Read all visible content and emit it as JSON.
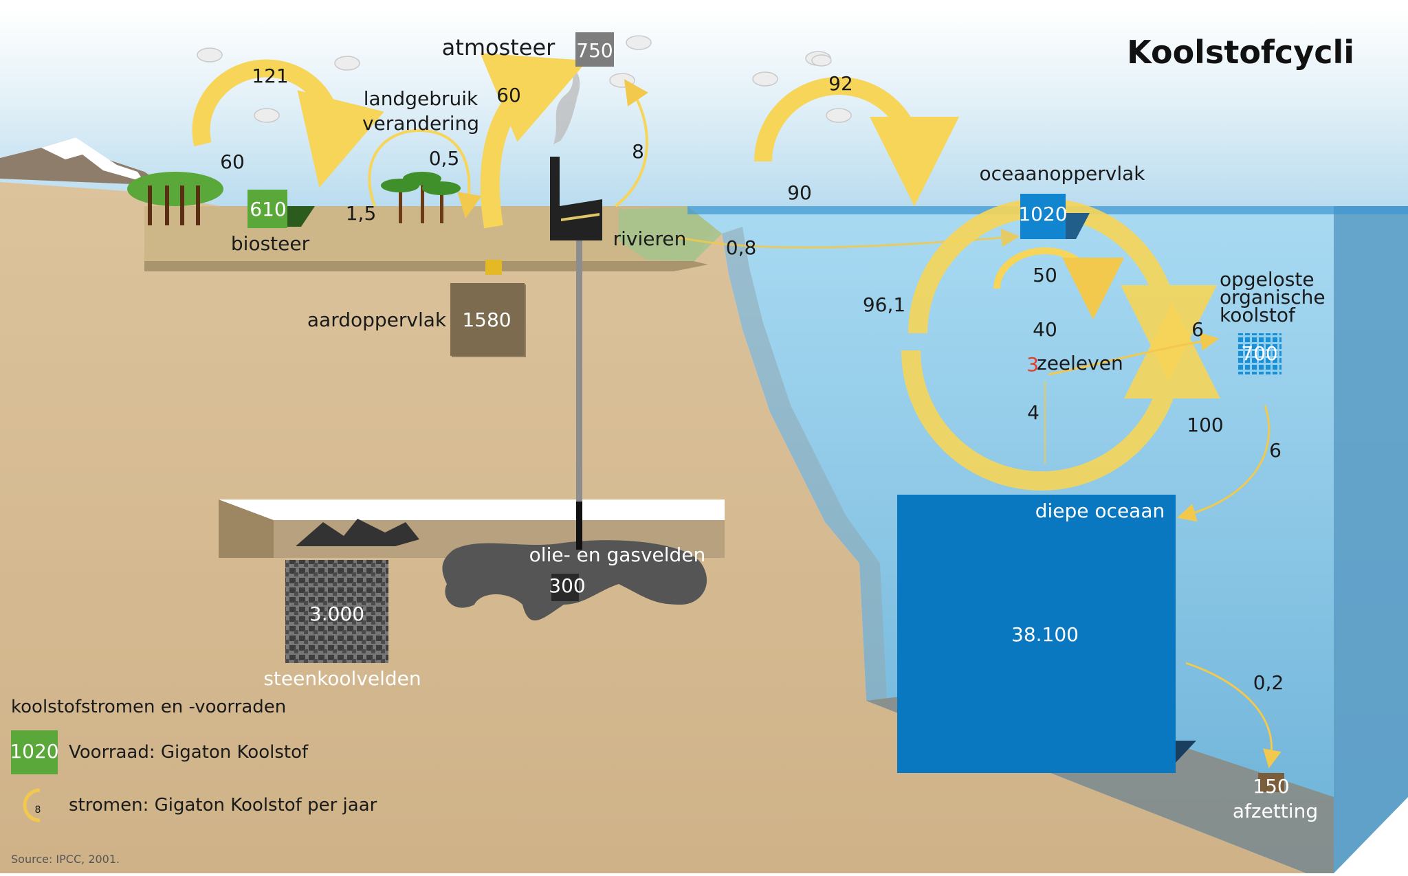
{
  "title": "Koolstofcycli",
  "source": "Source: IPCC, 2001.",
  "stocks": {
    "atmosphere": {
      "label": "atmosteer",
      "value": "750"
    },
    "biosphere": {
      "label": "biosteer",
      "value": "610"
    },
    "earth_surface": {
      "label": "aardoppervlak",
      "value": "1580"
    },
    "ocean_surface": {
      "label": "oceaanoppervlak",
      "value": "1020"
    },
    "dissolved_organic": {
      "label": "opgeloste organische koolstof",
      "value": "700"
    },
    "marine_life": {
      "label": "zeeleven",
      "value": "3"
    },
    "deep_ocean": {
      "label": "diepe oceaan",
      "value": "38.100"
    },
    "sediment": {
      "label": "afzetting",
      "value": "150"
    },
    "oil_gas": {
      "label": "olie- en gasvelden",
      "value": "300"
    },
    "coal": {
      "label": "steenkoolvelden",
      "value": "3.000"
    }
  },
  "labels": {
    "land_use": "landgebruik verandering",
    "rivers": "rivieren"
  },
  "flows": {
    "bio_up": "121",
    "bio_down": "60",
    "land_use_up": "1,5",
    "land_use_down": "0,5",
    "fossil_up": "60",
    "industry_up": "8",
    "ocean_atm_up": "92",
    "ocean_atm_down": "90",
    "rivers_to_ocean": "0,8",
    "surface_to_deep": "96,1",
    "deep_to_surface": "100",
    "bio_inner_top": "50",
    "bio_inner_bottom": "40",
    "to_dissolved": "6",
    "dissolved_to_deep": "6",
    "marine_to_deep": "4",
    "deep_to_sediment": "0,2"
  },
  "legend": {
    "heading": "koolstofstromen en -voorraden",
    "stock_sample": "1020",
    "stock_text": "Voorraad: Gigaton Koolstof",
    "flow_sample": "8",
    "flow_text": "stromen: Gigaton Koolstof per jaar"
  },
  "colors": {
    "sky": "#cfe6f3",
    "ground": "#d9c09a",
    "ocean": "#7ec3e6",
    "deep_ocean": "#0a78c0",
    "arrow": "#f6d558",
    "biosphere_box": "#5aa83a",
    "earth_box": "#7c6b4e",
    "atmosphere_box": "#7d7d7d",
    "ocean_surface_box": "#1185cf"
  }
}
